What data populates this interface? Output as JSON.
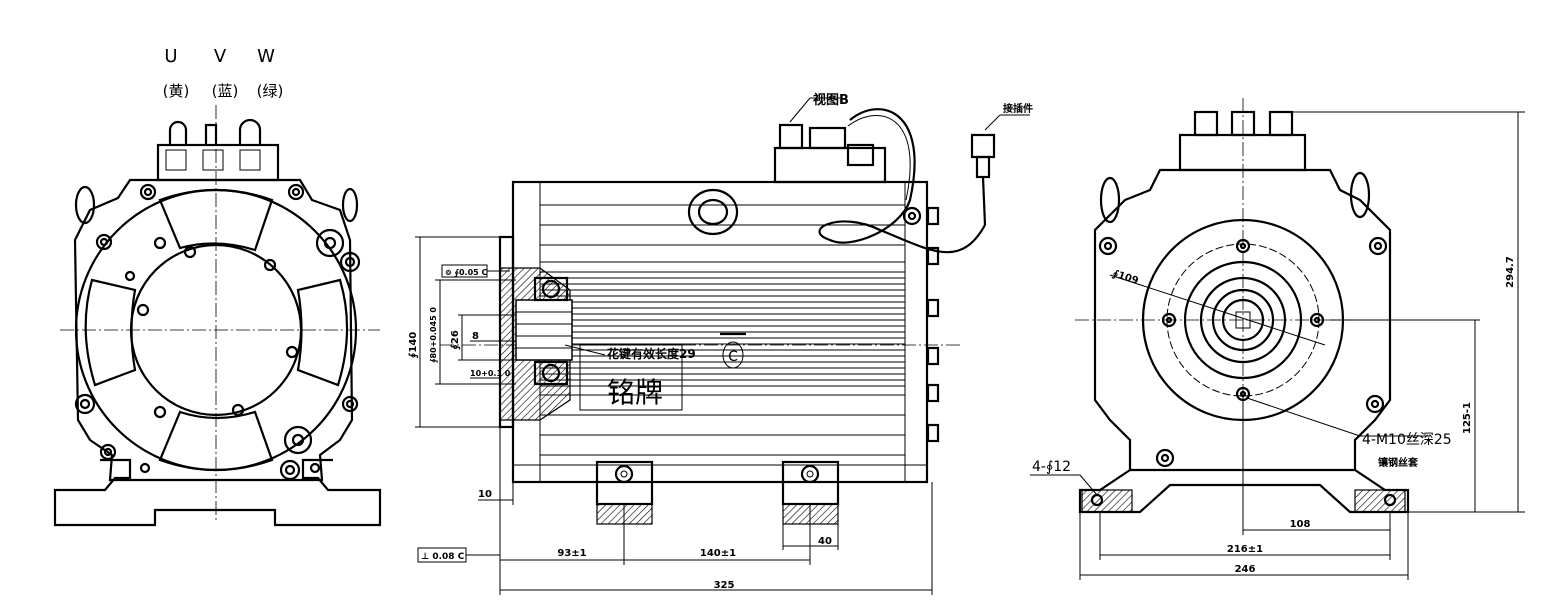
{
  "phases": [
    {
      "letter": "U",
      "color": "(黄)"
    },
    {
      "letter": "V",
      "color": "(蓝)"
    },
    {
      "letter": "W",
      "color": "(绿)"
    }
  ],
  "side_view": {
    "callout_bolt": "视图B",
    "callout_connector": "接插件",
    "spline_note": "花键有效长度29",
    "nameplate": "铭牌",
    "datum": "C",
    "geo_tol_1": "⊚ ∮0.05 C",
    "geo_tol_2": "⊥ 0.08 C",
    "dim_dia140": "∮140",
    "dim_dia80": "∮80+0.045 0",
    "dim_dia26": "∮26",
    "dim_8": "8",
    "dim_10": "10+0.1 0",
    "dim_10_bottom": "10",
    "dim_93": "93±1",
    "dim_140": "140±1",
    "dim_40": "40",
    "dim_325": "325"
  },
  "end_view": {
    "dim_dia109": "∮109",
    "holes_note": "4-M10丝深25",
    "insert_note": "镶钢丝套",
    "mount_holes": "4-∮12",
    "dim_108": "108",
    "dim_216": "216±1",
    "dim_246": "246",
    "dim_294": "294.7",
    "dim_125": "125-1"
  }
}
